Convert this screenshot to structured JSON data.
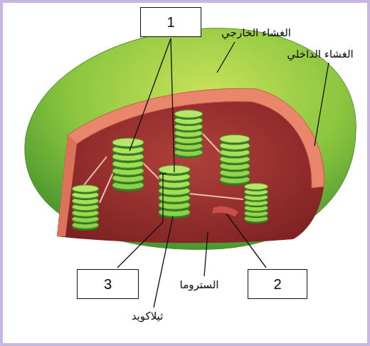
{
  "diagram": {
    "nodes": [
      {
        "text": [
          "1"
        ]
      },
      {
        "text": [
          "2"
        ]
      },
      {
        "text": [
          "3"
        ]
      }
    ],
    "labels": [
      "الغشاء الخارجي",
      "الغشاء الداخلي",
      "الستروما",
      "ثيلاكويد"
    ]
  }
}
